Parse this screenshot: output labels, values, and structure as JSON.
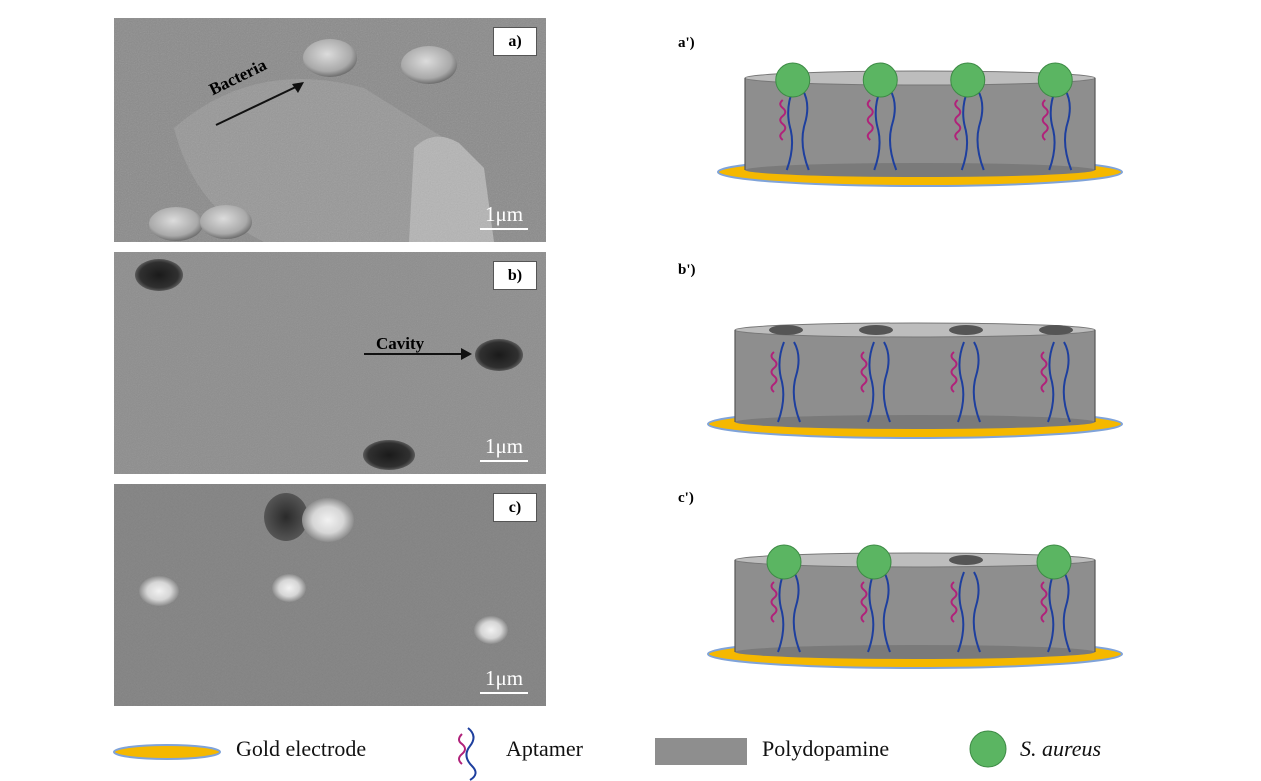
{
  "sem_panels": [
    {
      "label": "a)",
      "scale": "1μm",
      "annotation": "Bacteria"
    },
    {
      "label": "b)",
      "scale": "1μm",
      "annotation": "Cavity"
    },
    {
      "label": "c)",
      "scale": "1μm",
      "annotation": ""
    }
  ],
  "schematics": [
    {
      "label": "a')",
      "sites": [
        "bacterium",
        "bacterium",
        "bacterium",
        "bacterium"
      ]
    },
    {
      "label": "b')",
      "sites": [
        "cavity",
        "cavity",
        "cavity",
        "cavity"
      ]
    },
    {
      "label": "c')",
      "sites": [
        "bacterium",
        "bacterium",
        "cavity",
        "bacterium"
      ]
    }
  ],
  "legend": {
    "gold": "Gold electrode",
    "aptamer": "Aptamer",
    "polydopamine": "Polydopamine",
    "bacteria": "S. aureus"
  },
  "colors": {
    "gold": "#f5b800",
    "gold_edge": "#7fa3d9",
    "polymer": "#8e8e8e",
    "polymer_top": "#bdbdbd",
    "bacteria": "#5bb562",
    "aptamer_blue": "#1e3f9e",
    "aptamer_pink": "#b0227a",
    "cavity": "#555555"
  }
}
